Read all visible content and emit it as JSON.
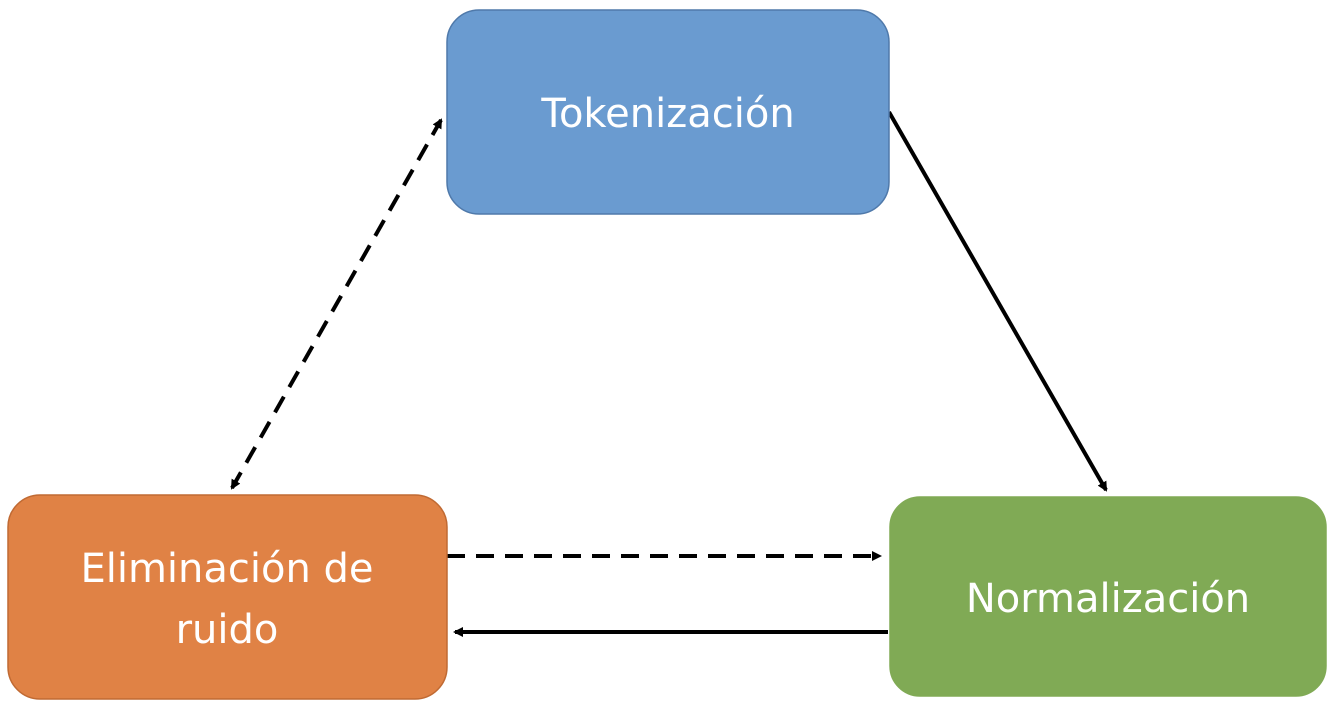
{
  "nodes": {
    "tokenizacion": {
      "label": "Tokenización",
      "color": "#6A9BD0",
      "border": "#4F79AA"
    },
    "normalizacion": {
      "label": "Normalización",
      "color": "#80AA55",
      "border": "#80AA55"
    },
    "eliminacion": {
      "label_line1": "Eliminación de",
      "label_line2": "ruido",
      "color": "#E08245",
      "border": "#C06A33"
    }
  },
  "edges": [
    {
      "from": "tokenizacion",
      "to": "normalizacion",
      "style": "solid",
      "direction": "forward"
    },
    {
      "from": "normalizacion",
      "to": "eliminacion",
      "style": "solid",
      "direction": "forward"
    },
    {
      "from": "eliminacion",
      "to": "normalizacion",
      "style": "dashed",
      "direction": "forward"
    },
    {
      "from": "eliminacion",
      "to": "tokenizacion",
      "style": "dashed",
      "direction": "both"
    }
  ]
}
